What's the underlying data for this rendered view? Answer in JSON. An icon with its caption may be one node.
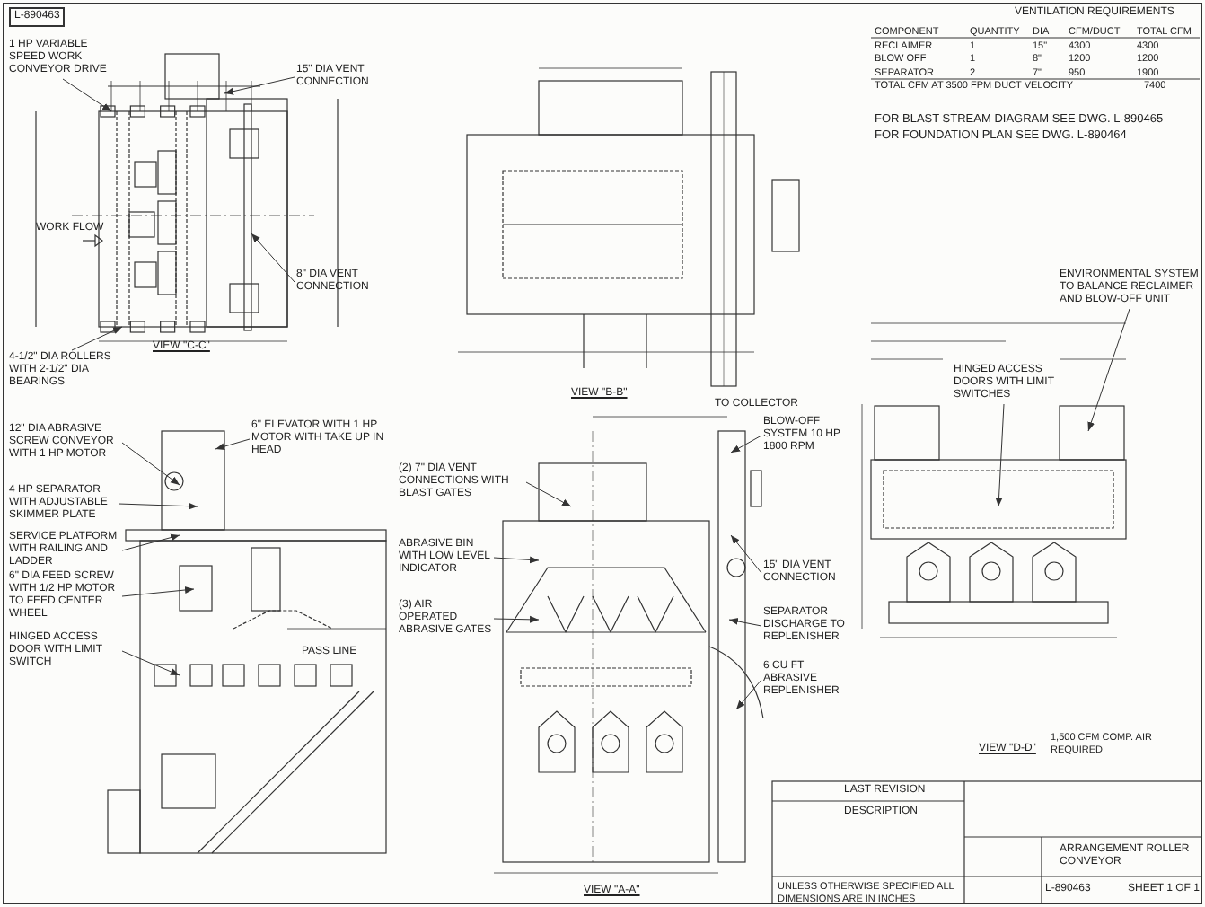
{
  "diagram": {
    "nodes": [
      {
        "text": [
          "1 HP VARIABLE SPEED WORK CONVEYOR DRIVE"
        ]
      },
      {
        "text": [
          "15\" DIA VENT CONNECTION"
        ]
      },
      {
        "text": [
          "8\" DIA VENT CONNECTION"
        ]
      },
      {
        "text": [
          "4-1/2\" DIA ROLLERS WITH 2-1/2\" DIA BEARINGS"
        ]
      },
      {
        "text": [
          "12\" DIA ABRASIVE SCREW CONVEYOR WITH 1 HP MOTOR"
        ]
      },
      {
        "text": [
          "6\" ELEVATOR WITH 1 HP MOTOR WITH TAKE UP IN HEAD"
        ]
      },
      {
        "text": [
          "4 HP SEPARATOR WITH ADJUSTABLE SKIMMER PLATE"
        ]
      },
      {
        "text": [
          "SERVICE PLATFORM WITH RAILING AND LADDER"
        ]
      },
      {
        "text": [
          "6\" DIA FEED SCREW WITH 1/2 HP MOTOR TO FEED CENTER WHEEL"
        ]
      },
      {
        "text": [
          "HINGED ACCESS DOOR WITH LIMIT SWITCH"
        ]
      },
      {
        "text": [
          "(2) 7\" DIA VENT CONNECTIONS WITH BLAST GATES"
        ]
      },
      {
        "text": [
          "ABRASIVE BIN WITH LOW LEVEL INDICATOR"
        ]
      },
      {
        "text": [
          "(3) AIR OPERATED ABRASIVE GATES"
        ]
      },
      {
        "text": [
          "BLOW-OFF SYSTEM 10 HP 1800 RPM"
        ]
      },
      {
        "text": [
          "15\" DIA VENT CONNECTION"
        ]
      },
      {
        "text": [
          "SEPARATOR DISCHARGE TO REPLENISHER"
        ]
      },
      {
        "text": [
          "6 CU FT ABRASIVE REPLENISHER"
        ]
      },
      {
        "text": [
          "ENVIRONMENTAL SYSTEM TO BALANCE RECLAIMER AND BLOW-OFF UNIT"
        ]
      },
      {
        "text": [
          "HINGED ACCESS DOORS WITH LIMIT SWITCHES"
        ]
      },
      {
        "text": [],
        "shape": "picture"
      }
    ],
    "edges": [
      {
        "from": 0,
        "to": null,
        "arrow": "to"
      },
      {
        "from": 1,
        "to": null,
        "arrow": "to"
      },
      {
        "from": 2,
        "to": null,
        "arrow": "to"
      },
      {
        "from": 3,
        "to": null,
        "arrow": "to"
      },
      {
        "from": 4,
        "to": null,
        "arrow": "to"
      },
      {
        "from": 5,
        "to": null,
        "arrow": "to"
      },
      {
        "from": 6,
        "to": null,
        "arrow": "to"
      },
      {
        "from": 7,
        "to": null,
        "arrow": "to"
      },
      {
        "from": 8,
        "to": null,
        "arrow": "to"
      },
      {
        "from": 9,
        "to": null,
        "arrow": "to"
      },
      {
        "from": 10,
        "to": null,
        "arrow": "to"
      },
      {
        "from": 11,
        "to": null,
        "arrow": "to"
      },
      {
        "from": 12,
        "to": null,
        "arrow": "to"
      },
      {
        "from": 13,
        "to": null,
        "arrow": "to"
      },
      {
        "from": 14,
        "to": null,
        "arrow": "to"
      },
      {
        "from": 15,
        "to": null,
        "arrow": "to"
      },
      {
        "from": 16,
        "to": null,
        "arrow": "to"
      },
      {
        "from": 17,
        "to": 19,
        "arrow": "to"
      },
      {
        "from": 18,
        "to": 19,
        "arrow": "to"
      }
    ],
    "labels": [
      "L-890463",
      "WORK FLOW",
      "VIEW \"C-C\"",
      "VIEW \"B-B\"",
      "TO COLLECTOR",
      "PASS LINE",
      "VIEW \"A-A\"",
      "VIEW \"D-D\"",
      "1,500 CFM COMP. AIR REQUIRED",
      "VENTILATION REQUIREMENTS",
      "COMPONENT",
      "QUANTITY",
      "DIA",
      "CFM/DUCT",
      "TOTAL CFM",
      "RECLAIMER",
      "1",
      "15\"",
      "4300",
      "4300",
      "BLOW OFF",
      "1",
      "8\"",
      "1200",
      "1200",
      "SEPARATOR",
      "2",
      "7\"",
      "950",
      "1900",
      "TOTAL CFM AT 3500 FPM DUCT VELOCITY",
      "7400",
      "FOR BLAST STREAM DIAGRAM SEE DWG. L-890465",
      "FOR FOUNDATION PLAN SEE DWG. L-890464",
      "LAST REVISION",
      "DESCRIPTION",
      "ARRANGEMENT ROLLER CONVEYOR",
      "L-890463",
      "SHEET 1 OF 1",
      "UNLESS OTHERWISE SPECIFIED ALL DIMENSIONS ARE IN INCHES"
    ]
  }
}
